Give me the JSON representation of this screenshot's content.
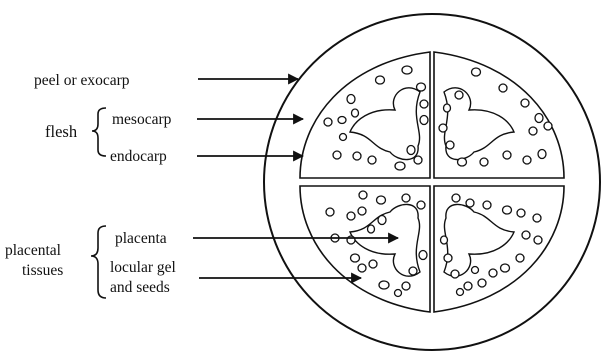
{
  "labels": {
    "peel": "peel or exocarp",
    "flesh": "flesh",
    "mesocarp": "mesocarp",
    "endocarp": "endocarp",
    "placental_line1": "placental",
    "placental_line2": "tissues",
    "placenta": "placenta",
    "locular_line1": "locular gel",
    "locular_line2": "and seeds"
  },
  "colors": {
    "stroke": "#111111",
    "fill": "#ffffff"
  }
}
